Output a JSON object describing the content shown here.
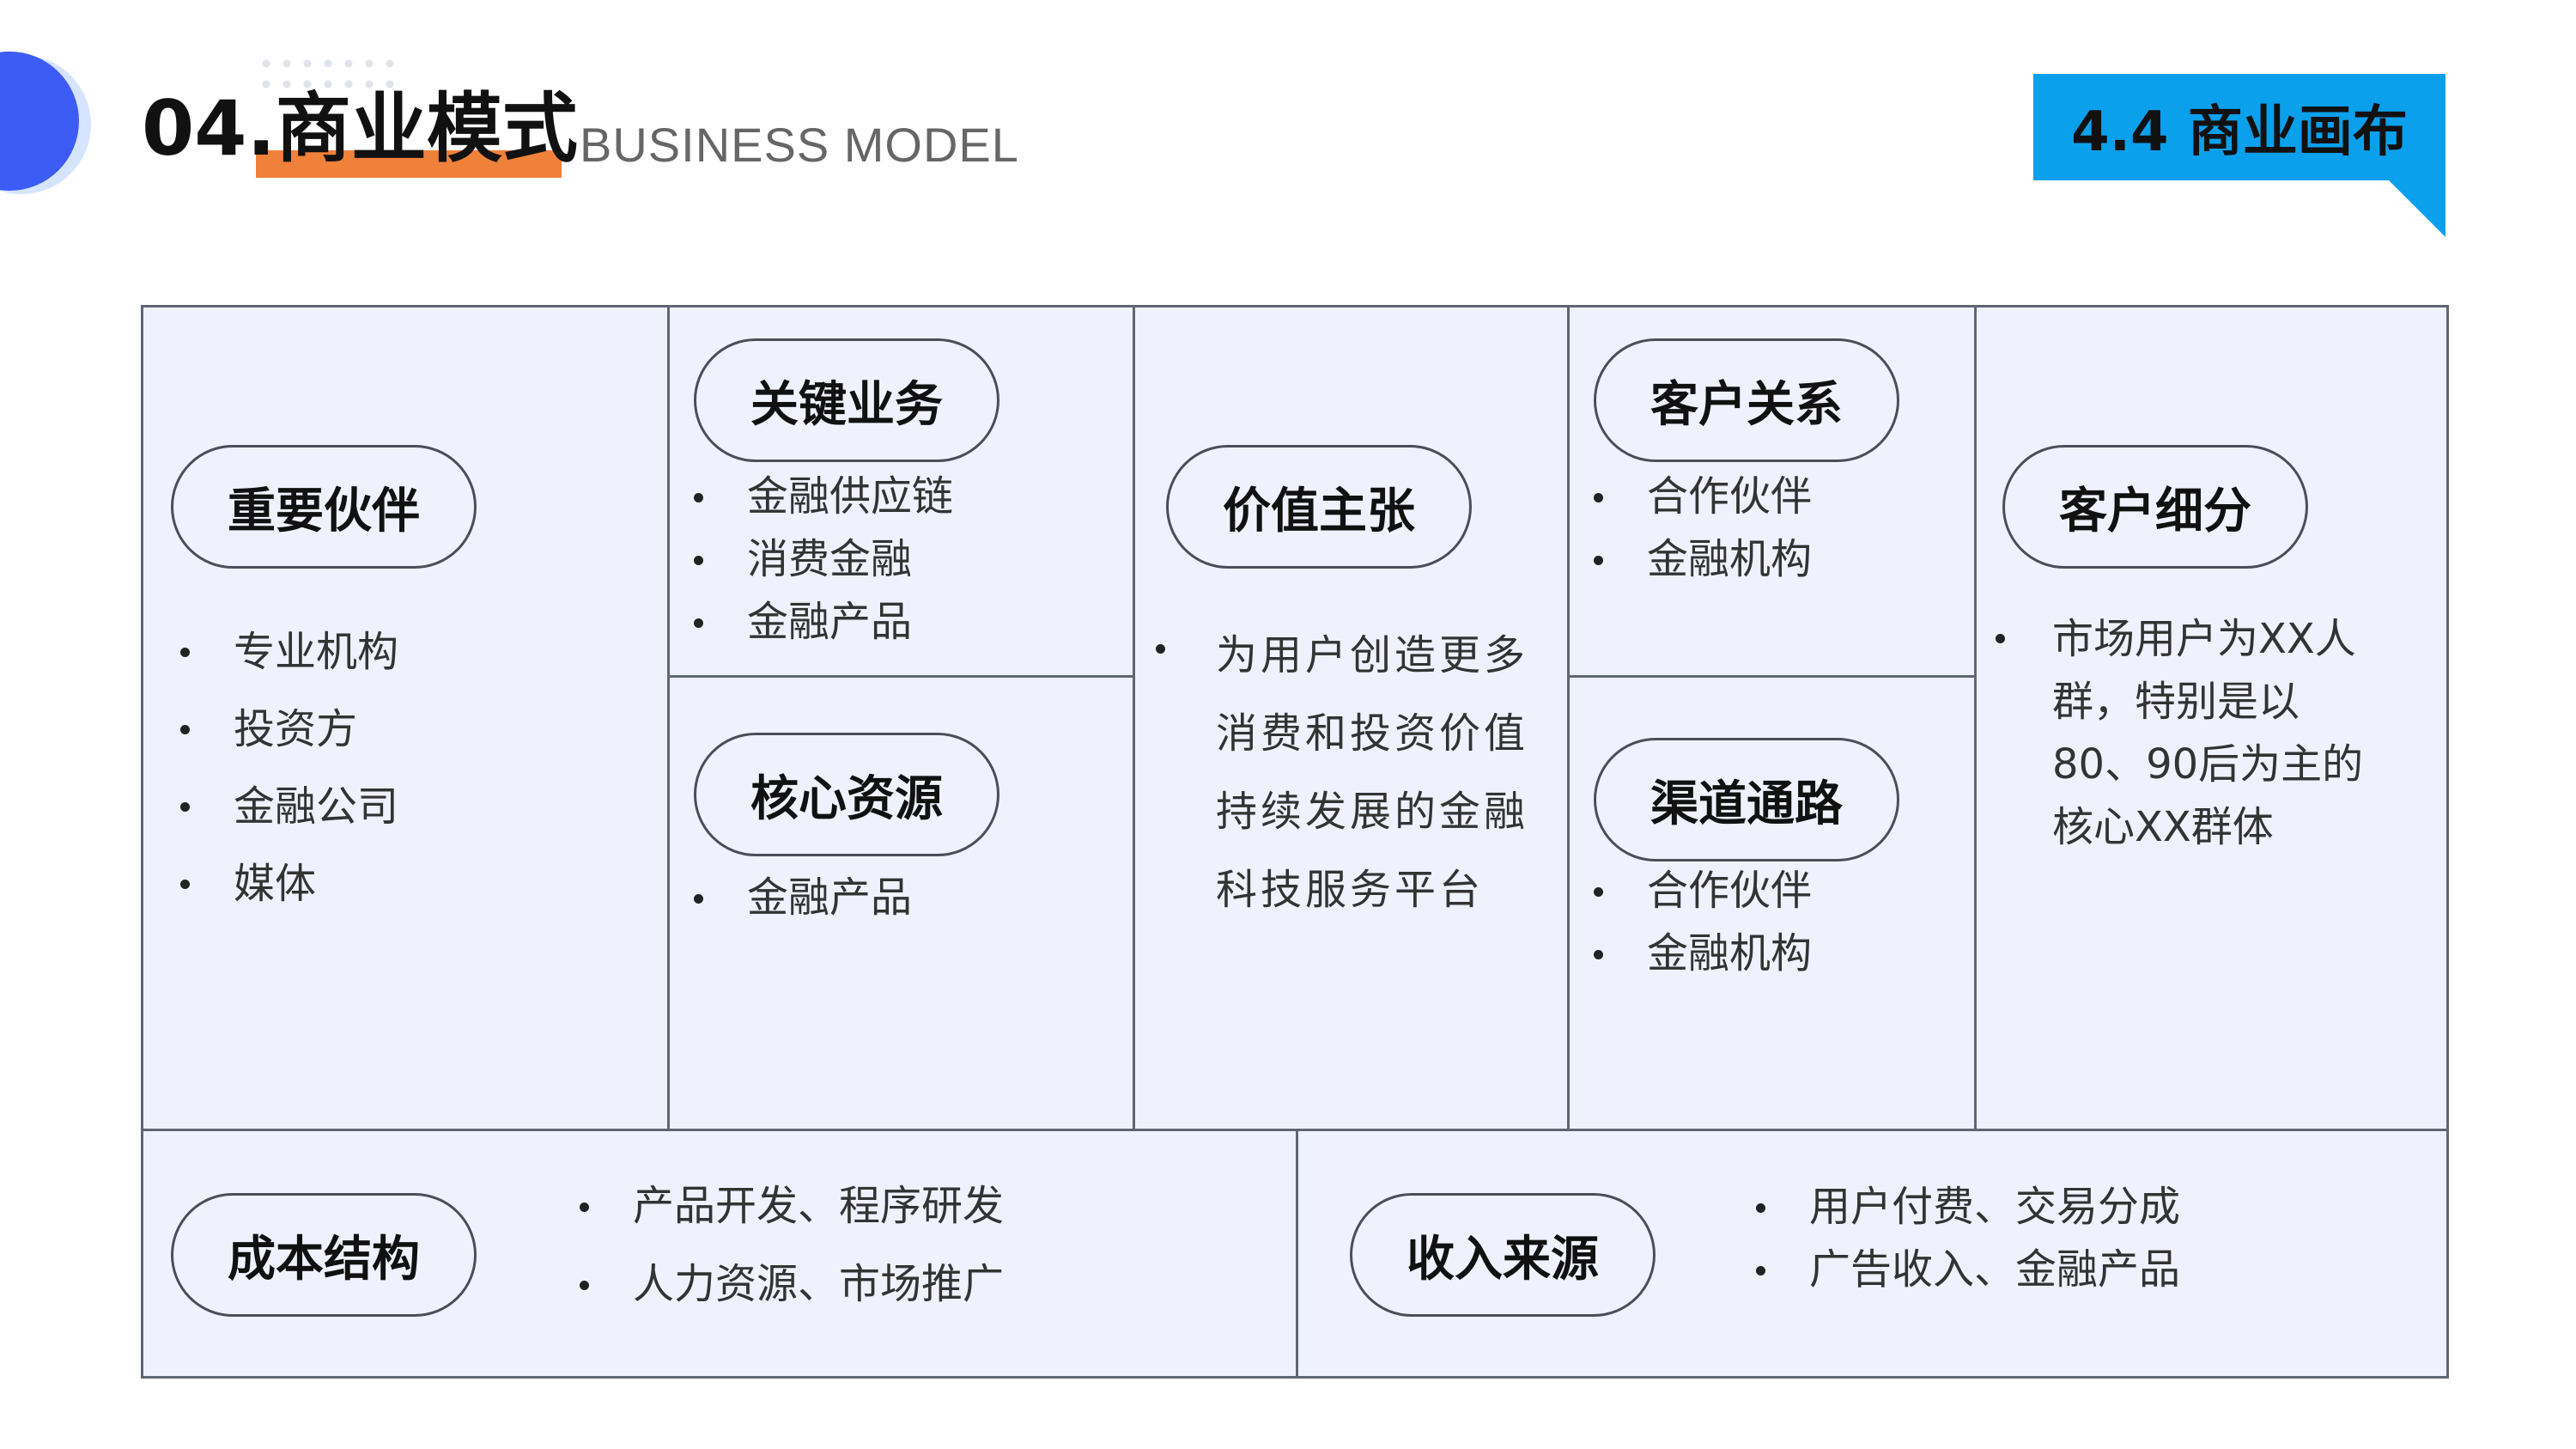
{
  "header": {
    "title": "04.商业模式",
    "subtitle": "BUSINESS MODEL",
    "section_tag": "4.4 商业画布"
  },
  "colors": {
    "accent_blue": "#3d5cf5",
    "tag_blue": "#0aa0ec",
    "title_underline": "#f0813a",
    "canvas_bg": "#eff2fd",
    "border": "#5f6672"
  },
  "canvas": {
    "key_partners": {
      "label": "重要伙伴",
      "items": [
        "专业机构",
        "投资方",
        "金融公司",
        "媒体"
      ]
    },
    "key_activities": {
      "label": "关键业务",
      "items": [
        "金融供应链",
        "消费金融",
        "金融产品"
      ]
    },
    "key_resources": {
      "label": "核心资源",
      "items": [
        "金融产品"
      ]
    },
    "value_proposition": {
      "label": "价值主张",
      "text": "为用户创造更多消费和投资价值持续发展的金融科技服务平台"
    },
    "customer_relationships": {
      "label": "客户关系",
      "items": [
        "合作伙伴",
        "金融机构"
      ]
    },
    "channels": {
      "label": "渠道通路",
      "items": [
        "合作伙伴",
        "金融机构"
      ]
    },
    "customer_segments": {
      "label": "客户细分",
      "text": "市场用户为XX人群，特别是以80、90后为主的核心XX群体"
    },
    "cost_structure": {
      "label": "成本结构",
      "items": [
        "产品开发、程序研发",
        "人力资源、市场推广"
      ]
    },
    "revenue_streams": {
      "label": "收入来源",
      "items": [
        "用户付费、交易分成",
        "广告收入、金融产品"
      ]
    }
  }
}
